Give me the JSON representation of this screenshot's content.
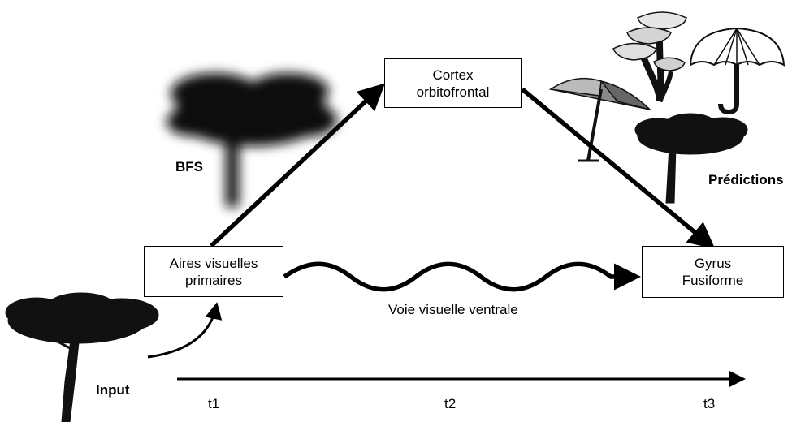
{
  "boxes": {
    "primary": {
      "line1": "Aires visuelles",
      "line2": "primaires"
    },
    "ofc": {
      "line1": "Cortex",
      "line2": "orbitofrontal"
    },
    "fusiform": {
      "line1": "Gyrus",
      "line2": "Fusiforme"
    }
  },
  "labels": {
    "bfs": "BFS",
    "predictions": "Prédictions",
    "ventral": "Voie visuelle ventrale",
    "input": "Input"
  },
  "timeline": {
    "ticks": [
      "t1",
      "t2",
      "t3"
    ]
  },
  "icons": [
    "blurred-tree-icon",
    "tree-icon",
    "mushroom-icon",
    "umbrella-icon",
    "parasol-icon"
  ],
  "colors": {
    "line": "#000000",
    "background": "#ffffff",
    "tree": "#111111"
  }
}
